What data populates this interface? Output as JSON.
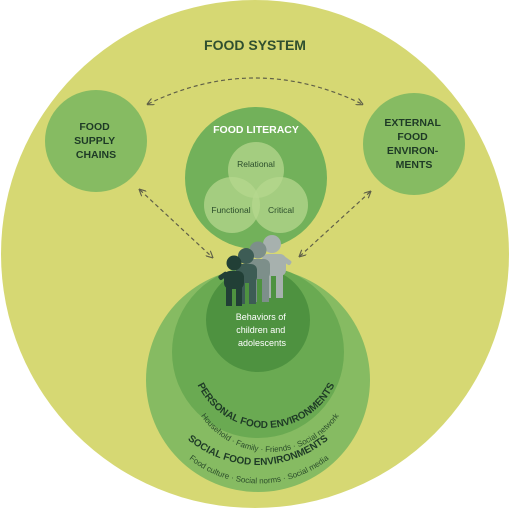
{
  "title": "FOOD SYSTEM",
  "supply_chains": {
    "lines": [
      "FOOD",
      "SUPPLY",
      "CHAINS"
    ]
  },
  "external_environments": {
    "lines": [
      "EXTERNAL",
      "FOOD",
      "ENVIRON-",
      "MENTS"
    ]
  },
  "food_literacy": {
    "title": "FOOD LITERACY",
    "components": [
      "Relational",
      "Functional",
      "Critical"
    ]
  },
  "behaviors": {
    "lines": [
      "Behaviors of",
      "children and",
      "adolescents"
    ]
  },
  "personal_environments": {
    "title": "PERSONAL FOOD ENVIRONMENTS",
    "subtitle": "Household · Family · Friends · Social network"
  },
  "social_environments": {
    "title": "SOCIAL FOOD ENVIRONMENTS",
    "subtitle": "Food culture · Social norms · Social media"
  },
  "colors": {
    "outer_circle": "#d6d873",
    "light_green": "#8cc06b",
    "mid_green": "#72b15a",
    "dark_green": "#5c9e48",
    "inner_green": "#4a8c3a",
    "dark_text": "#1e3a26",
    "person_dark": "#213f36",
    "person_mid": "#3d5c55",
    "person_light": "#7d8f8a",
    "person_lightest": "#a7b1ae",
    "arrow": "#606048"
  },
  "icons": [
    "group-of-children-icon",
    "bidirectional-arrow-icon"
  ]
}
